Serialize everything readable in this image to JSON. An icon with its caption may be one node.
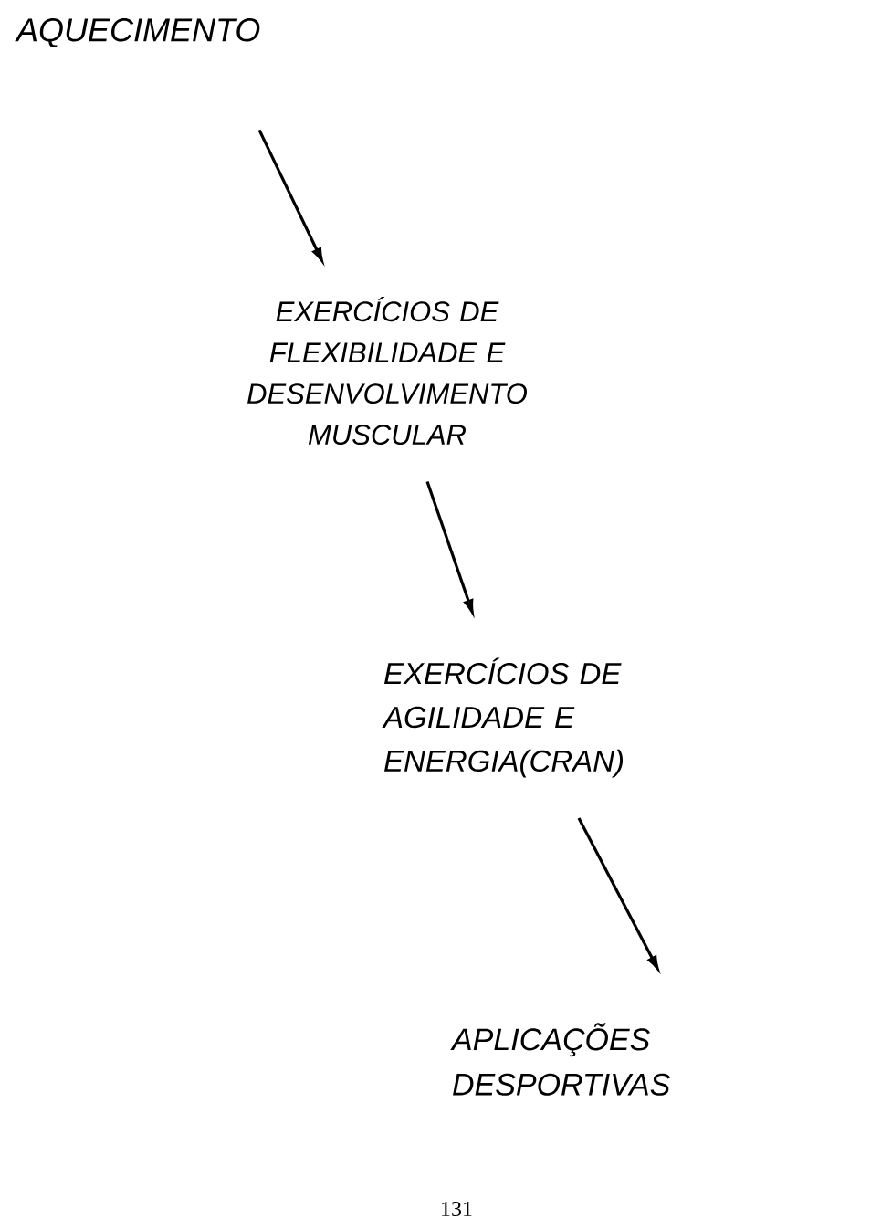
{
  "diagram": {
    "nodes": [
      {
        "text": [
          "AQUECIMENTO"
        ]
      },
      {
        "text": [
          "EXERCÍCIOS DE FLEXIBILIDADE E DESENVOLVIMENTO MUSCULAR"
        ]
      },
      {
        "text": [
          "EXERCÍCIOS DE AGILIDADE E ENERGIA(CRAN)"
        ]
      },
      {
        "text": [
          "APLICAÇÕES DESPORTIVAS"
        ]
      }
    ],
    "edges": [
      {
        "from": 0,
        "to": 1,
        "arrow": "to"
      },
      {
        "from": 1,
        "to": 2,
        "arrow": "to"
      },
      {
        "from": 2,
        "to": 3,
        "arrow": "to"
      }
    ],
    "labels": [
      "131"
    ]
  }
}
